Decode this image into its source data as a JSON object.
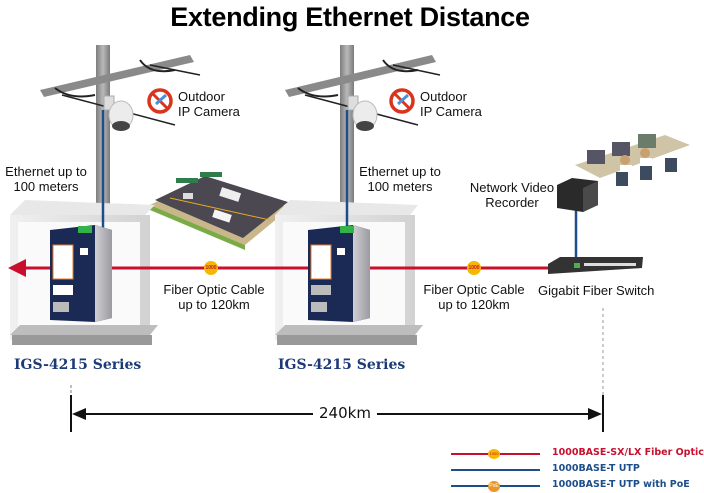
{
  "title": "Extending Ethernet Distance",
  "cameras": [
    {
      "label_line1": "Outdoor",
      "label_line2": "IP Camera"
    },
    {
      "label_line1": "Outdoor",
      "label_line2": "IP Camera"
    }
  ],
  "ethernet_labels": [
    {
      "line1": "Ethernet up to",
      "line2": "100 meters"
    },
    {
      "line1": "Ethernet up to",
      "line2": "100 meters"
    }
  ],
  "fiber_labels": [
    {
      "line1": "Fiber Optic Cable",
      "line2": "up to 120km"
    },
    {
      "line1": "Fiber Optic Cable",
      "line2": "up to 120km"
    }
  ],
  "series_labels": [
    "IGS-4215 Series",
    "IGS-4215 Series"
  ],
  "nvr": {
    "line1": "Network Video",
    "line2": "Recorder"
  },
  "fiber_switch": {
    "label": "Gigabit Fiber Switch"
  },
  "distance": {
    "label": "240km"
  },
  "badges": {
    "fiber": "1000",
    "poe": "PoE"
  },
  "legend": [
    {
      "label": "1000BASE-SX/LX Fiber Optic",
      "color": "#c8102e",
      "badge": "1000"
    },
    {
      "label": "1000BASE-T UTP",
      "color": "#1d4e89",
      "badge": ""
    },
    {
      "label": "1000BASE-T UTP with PoE",
      "color": "#1d4e89",
      "badge": "PoE"
    }
  ],
  "colors": {
    "fiber": "#c8102e",
    "utp": "#1d4e89",
    "series_text": "#1d3a78",
    "badge_yellow": "#f5b800",
    "badge_orange": "#e8962a"
  }
}
